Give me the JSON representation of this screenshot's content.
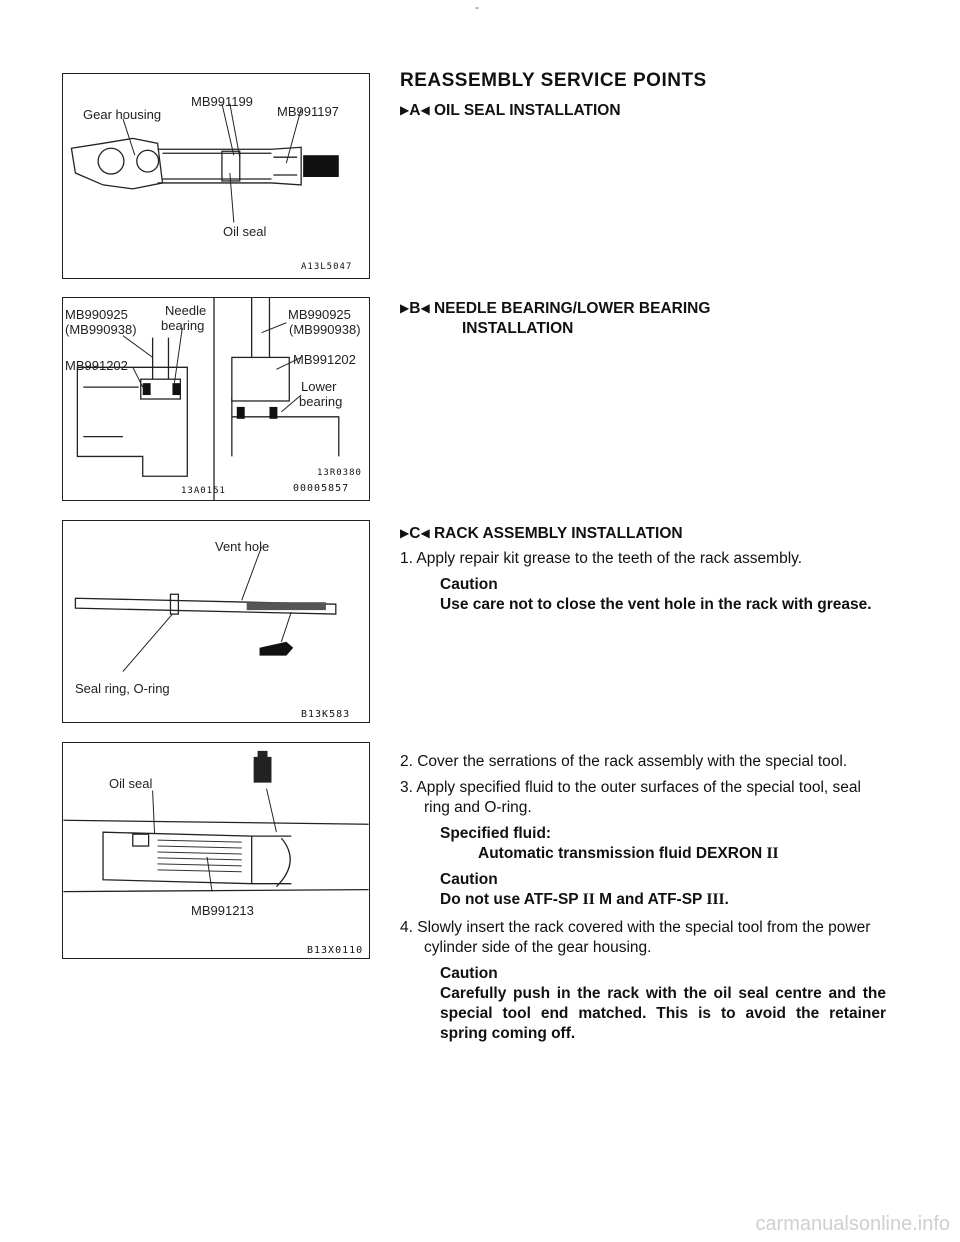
{
  "top_mark": "-",
  "heading": "REASSEMBLY SERVICE POINTS",
  "secA": {
    "left_mark": "A",
    "title": "OIL SEAL INSTALLATION"
  },
  "secB": {
    "left_mark": "B",
    "title_line1": "NEEDLE BEARING/LOWER BEARING",
    "title_line2": "INSTALLATION"
  },
  "secC": {
    "left_mark": "C",
    "title": "RACK ASSEMBLY INSTALLATION"
  },
  "step1": "1. Apply repair kit grease to the teeth of the rack assembly.",
  "caution_word": "Caution",
  "caution1": "Use care not to close the vent hole in the rack with grease.",
  "step2": "2. Cover the serrations of the rack assembly with the special tool.",
  "step3": "3. Apply specified fluid to the outer surfaces of the special tool, seal ring and O-ring.",
  "spec_label": "Specified fluid:",
  "spec_value": "Automatic transmission fluid DEXRON",
  "spec_roman": "II",
  "caution2_a": "Do not use ATF-SP",
  "caution2_r1": "II",
  "caution2_b": "M and ATF-SP",
  "caution2_r2": "III",
  "caution2_c": ".",
  "step4": "4. Slowly insert the rack covered with the special tool from the power cylinder side of the gear housing.",
  "caution3": "Carefully push in the rack with the oil seal centre and the special tool end matched. This is to avoid the retainer spring coming off.",
  "fig1": {
    "gear_housing": "Gear housing",
    "mb991199": "MB991199",
    "mb991197": "MB991197",
    "oil_seal": "Oil seal",
    "code": "A13L5047"
  },
  "fig2": {
    "mb990925_a": "MB990925",
    "mb990938_a": "(MB990938)",
    "needle": "Needle",
    "bearing": "bearing",
    "mb991202_a": "MB991202",
    "mb990925_b": "MB990925",
    "mb990938_b": "(MB990938)",
    "mb991202_b": "MB991202",
    "lower": "Lower",
    "lower_bearing": "bearing",
    "code_a": "13A0151",
    "code_b": "13R0380",
    "code_c": "00005857"
  },
  "fig3": {
    "vent_hole": "Vent hole",
    "seal_ring": "Seal ring, O-ring",
    "code": "B13K583"
  },
  "fig4": {
    "oil_seal": "Oil seal",
    "mb991213": "MB991213",
    "code": "B13X0110"
  },
  "watermark": "carmanualsonline.info"
}
